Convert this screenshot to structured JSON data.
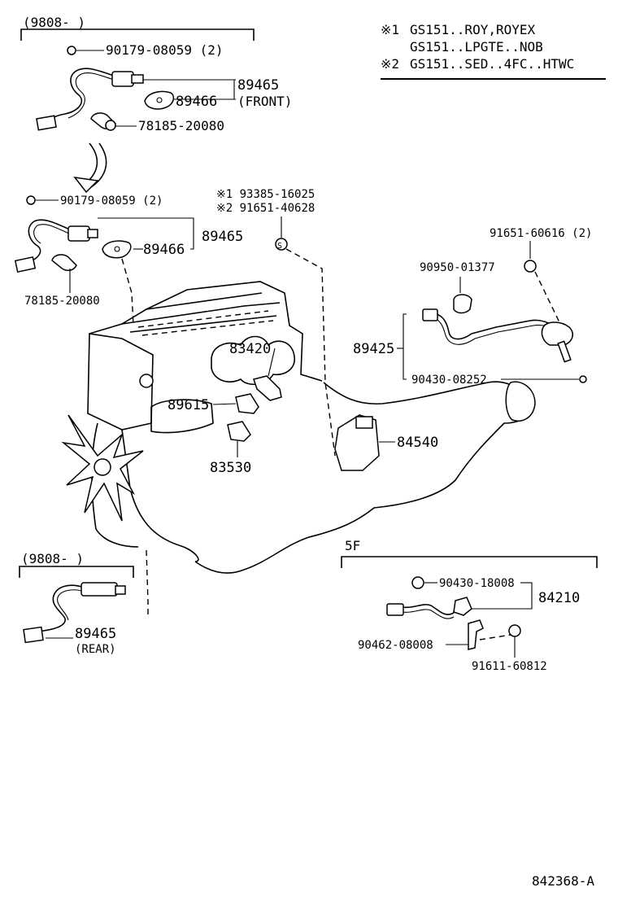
{
  "legend": {
    "note1_mark": "※1",
    "note1_line1": "GS151..ROY,ROYEX",
    "note1_line2": "GS151..LPGTE..NOB",
    "note2_mark": "※2",
    "note2_line1": "GS151..SED..4FC..HTWC"
  },
  "top_group": {
    "date": "(9808-      )",
    "p1": "90179-08059 (2)",
    "p2": "89465",
    "p2_note": "(FRONT)",
    "p3": "89466",
    "p4": "78185-20080"
  },
  "mid_group": {
    "p1": "90179-08059 (2)",
    "p2": "89465",
    "p3": "89466",
    "p4": "78185-20080"
  },
  "bolt_note": {
    "line1": "※1 93385-16025",
    "line2": "※2 91651-40628"
  },
  "right_group": {
    "p1": "91651-60616 (2)",
    "p2": "90950-01377",
    "p3": "89425",
    "p4": "90430-08252"
  },
  "engine": {
    "p1": "83420",
    "p2": "89615",
    "p3": "83530",
    "p4": "84540"
  },
  "rear_group": {
    "date": "(9808-      )",
    "p1": "89465",
    "p1_note": "(REAR)"
  },
  "five_f_group": {
    "title": "5F",
    "p1": "90430-18008",
    "p2": "84210",
    "p3": "90462-08008",
    "p4": "91611-60812"
  },
  "diagram_number": "842368-A"
}
